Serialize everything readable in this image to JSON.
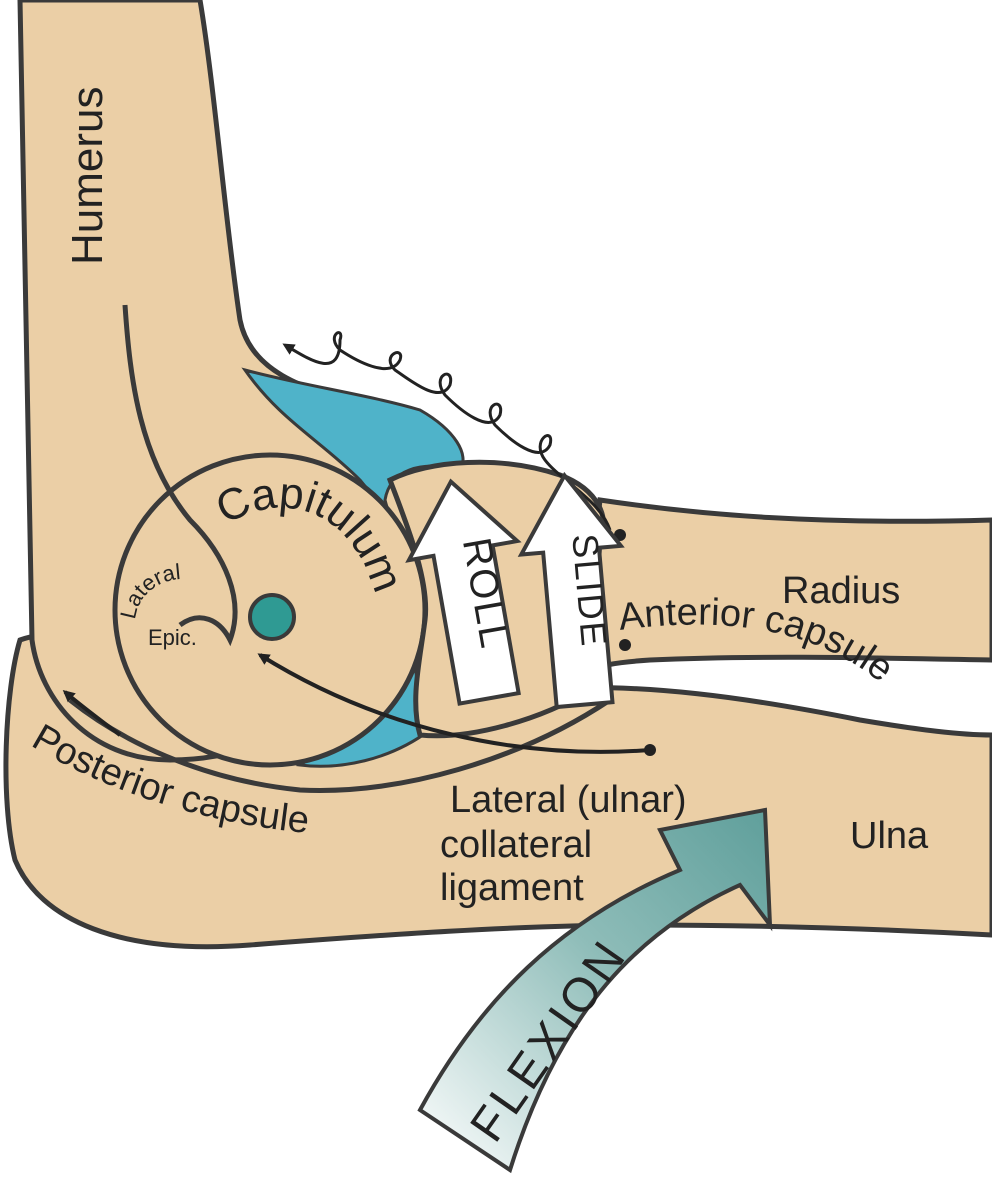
{
  "labels": {
    "humerus": "Humerus",
    "anterior_capsule": "Anterior capsule",
    "capitulum": "Capitulum",
    "lateral": "Lateral",
    "epic": "Epic.",
    "roll": "ROLL",
    "slide": "SLIDE",
    "radius": "Radius",
    "posterior_capsule": "Posterior capsule",
    "ligament_line1": "Lateral (ulnar)",
    "ligament_line2": "collateral",
    "ligament_line3": "ligament",
    "ulna": "Ulna",
    "flexion": "FLEXION"
  },
  "colors": {
    "bone": "#ebcfa6",
    "outline": "#3a3a3a",
    "synovial": "#4fb3c9",
    "flexion_arrow": "#6fa8a5",
    "epicondyle_dot": "#2f9a93"
  }
}
